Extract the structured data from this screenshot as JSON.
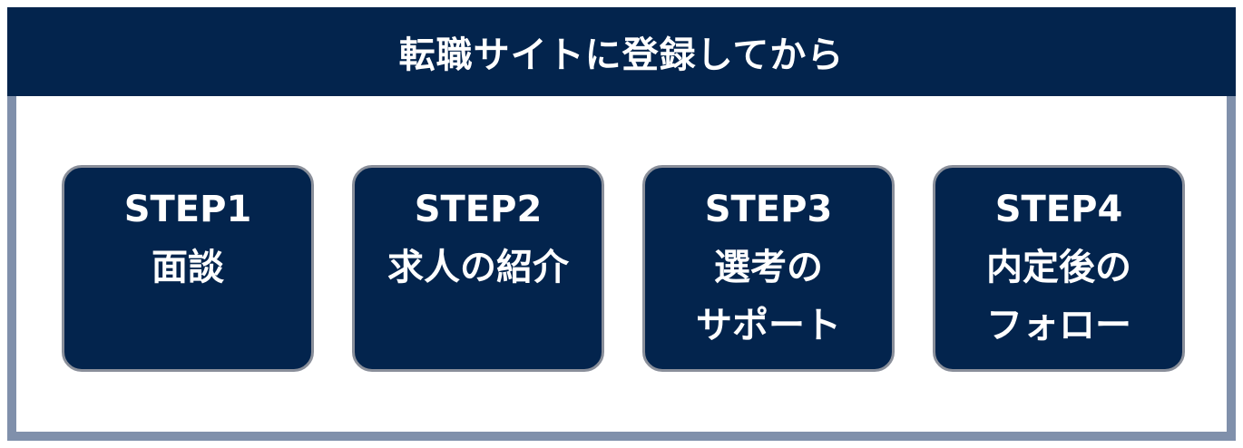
{
  "header": {
    "title": "転職サイトに登録してから"
  },
  "steps": [
    {
      "label": "STEP1",
      "lines": [
        "面談"
      ]
    },
    {
      "label": "STEP2",
      "lines": [
        "求人の紹介"
      ]
    },
    {
      "label": "STEP3",
      "lines": [
        "選考の",
        "サポート"
      ]
    },
    {
      "label": "STEP4",
      "lines": [
        "内定後の",
        "フォロー"
      ]
    }
  ],
  "colors": {
    "navy": "#03244d",
    "frame_border": "#8090ab",
    "card_border": "#8a8f9a",
    "text": "#ffffff"
  }
}
